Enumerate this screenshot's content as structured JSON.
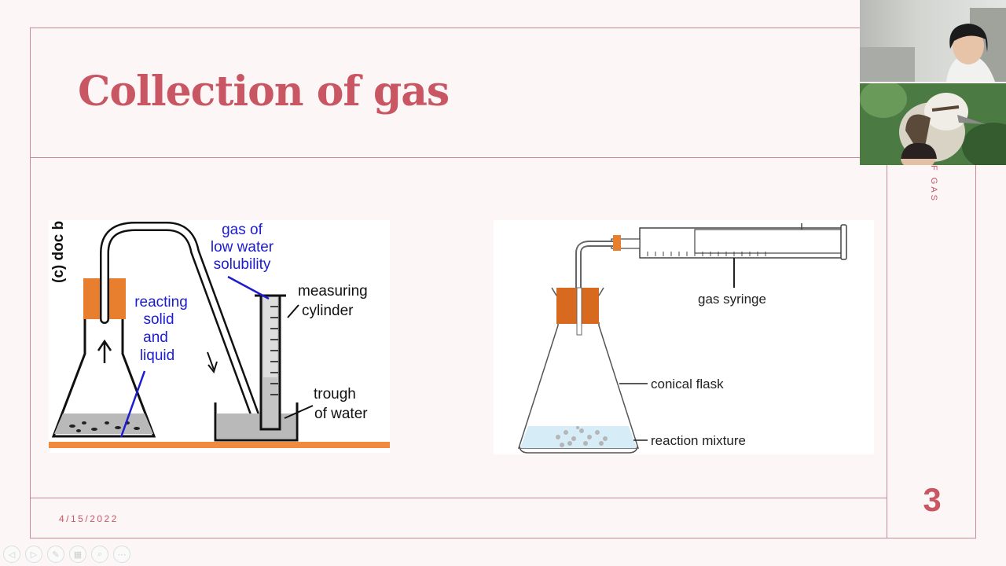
{
  "slide": {
    "title": "Collection of gas",
    "side_tab": "F GAS",
    "page_number": "3",
    "date": "4/15/2022"
  },
  "diagram_left": {
    "source_tag": "(c) doc b",
    "gas_label": [
      "gas of",
      "low water",
      "solubility"
    ],
    "cylinder_label": [
      "measuring",
      "cylinder"
    ],
    "reactants_label": [
      "reacting",
      "solid",
      "and",
      "liquid"
    ],
    "trough_label": [
      "trough",
      "of water"
    ]
  },
  "diagram_right": {
    "syringe_label": "gas syringe",
    "flask_label": "conical flask",
    "mixture_label": "reaction mixture"
  },
  "colors": {
    "accent": "#c95763",
    "frame": "#c98a92",
    "stopper": "#e0761f",
    "blue_text": "#1c1cd0",
    "background": "#fcf7f6"
  },
  "video_tiles": [
    {
      "name": "participant-webcam",
      "icon": "person"
    },
    {
      "name": "participant-kookaburra",
      "icon": "bird"
    }
  ],
  "toolbar": [
    {
      "name": "prev-slide-button",
      "icon": "◁"
    },
    {
      "name": "next-slide-button",
      "icon": "▷"
    },
    {
      "name": "pen-tool-button",
      "icon": "✎"
    },
    {
      "name": "slides-grid-button",
      "icon": "▦"
    },
    {
      "name": "zoom-button",
      "icon": "⌕"
    },
    {
      "name": "more-options-button",
      "icon": "⋯"
    }
  ]
}
